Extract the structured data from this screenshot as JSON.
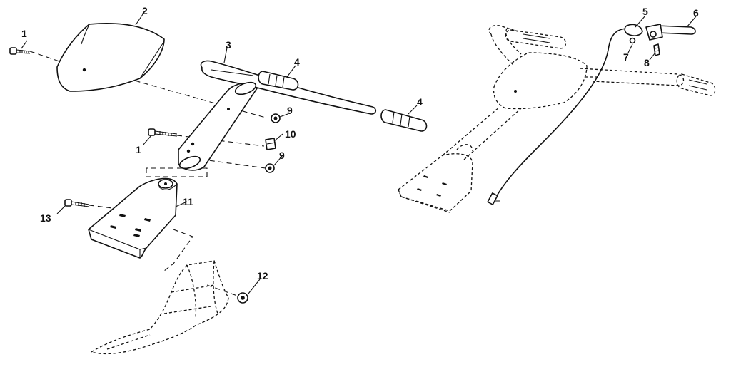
{
  "callouts": {
    "c1a": "1",
    "c1b": "1",
    "c2": "2",
    "c3": "3",
    "c4a": "4",
    "c4b": "4",
    "c5": "5",
    "c6": "6",
    "c7": "7",
    "c8": "8",
    "c9a": "9",
    "c9b": "9",
    "c10": "10",
    "c11": "11",
    "c12": "12",
    "c13": "13"
  }
}
